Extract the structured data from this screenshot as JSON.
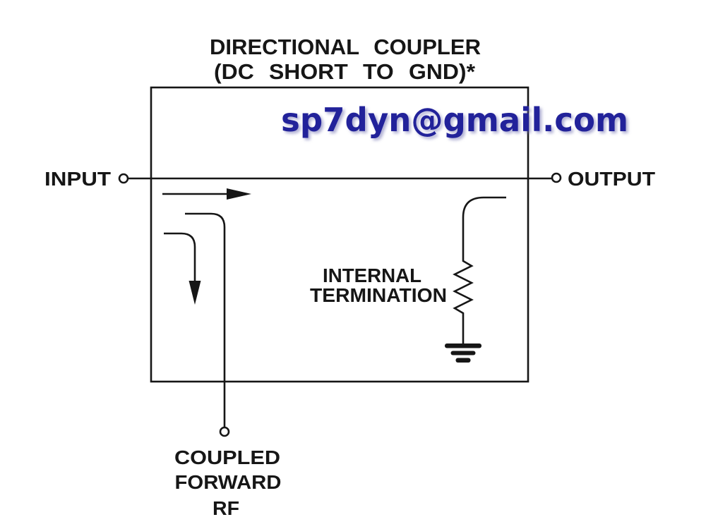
{
  "title": {
    "line1": "DIRECTIONAL COUPLER",
    "line2": "(DC SHORT TO GND)*"
  },
  "watermark": {
    "text": "sp7dyn@gmail.com",
    "color": "#22229a"
  },
  "ports": {
    "input_label": "INPUT",
    "output_label": "OUTPUT",
    "coupled_label_line1": "COUPLED",
    "coupled_label_line2": "FORWARD",
    "coupled_label_line3": "RF"
  },
  "labels": {
    "termination_line1": "INTERNAL",
    "termination_line2": "TERMINATION"
  },
  "colors": {
    "line": "#161616",
    "background": "#ffffff",
    "watermark_blue": "#22229a"
  }
}
